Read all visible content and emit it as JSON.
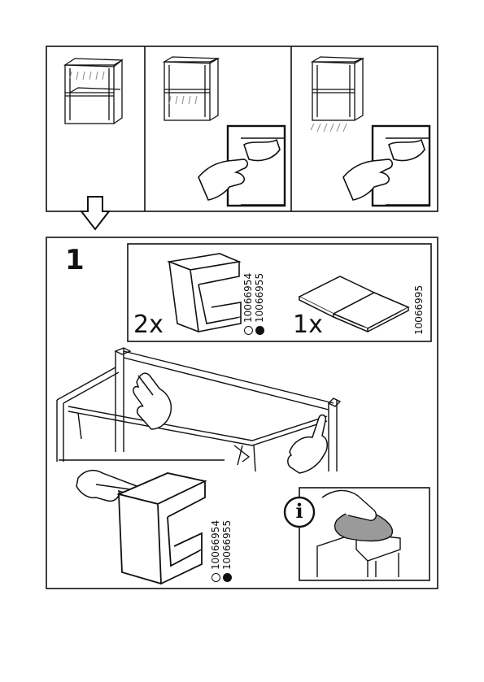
{
  "step": {
    "number": "1"
  },
  "parts": {
    "clip": {
      "quantity": "2x",
      "codes": [
        {
          "code": "10066954",
          "marker": "open-circle-icon"
        },
        {
          "code": "10066955",
          "marker": "filled-circle-icon"
        }
      ]
    },
    "board": {
      "quantity": "1x",
      "code": "10066995"
    }
  },
  "detail": {
    "codes": [
      {
        "code": "10066954",
        "marker": "open-circle-icon"
      },
      {
        "code": "10066955",
        "marker": "filled-circle-icon"
      }
    ]
  },
  "info": {
    "symbol": "i"
  }
}
